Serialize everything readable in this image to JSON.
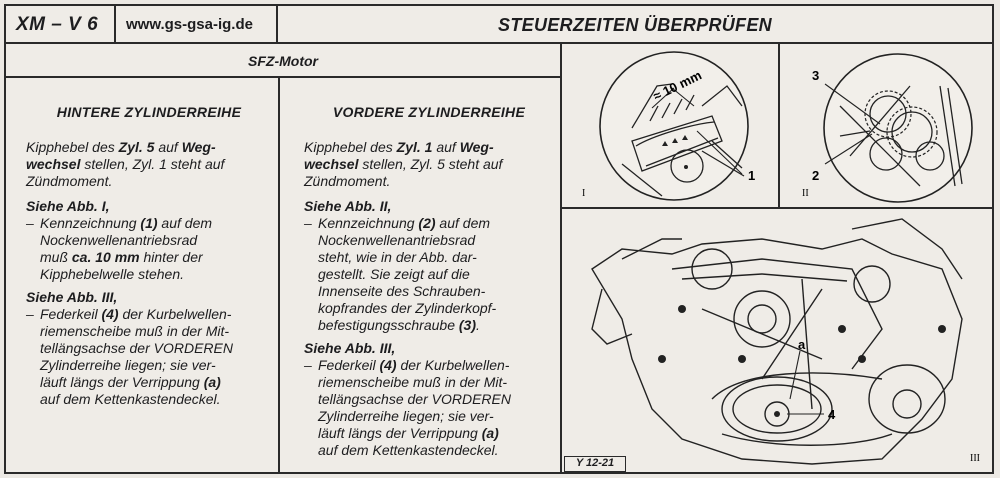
{
  "header": {
    "model": "XM – V 6",
    "website": "www.gs-gsa-ig.de",
    "title": "STEUERZEITEN ÜBERPRÜFEN"
  },
  "engine_label": "SFZ-Motor",
  "rear_bank": {
    "heading": "HINTERE ZYLINDERREIHE",
    "intro_a": "Kipphebel des ",
    "intro_b": "Zyl. 5",
    "intro_c": " auf ",
    "intro_d": "Weg-\nwechsel",
    "intro_e": " stellen, Zyl. 1 steht auf\nZündmoment.",
    "see1": "Siehe Abb. I,",
    "item1_a": "Kennzeichnung ",
    "item1_b": "(1)",
    "item1_c": " auf dem\nNockenwellenantriebsrad\nmuß ",
    "item1_d": "ca. 10 mm",
    "item1_e": " hinter der\nKipphebelwelle stehen.",
    "see2": "Siehe Abb. III,",
    "item2_a": "Federkeil ",
    "item2_b": "(4)",
    "item2_c": " der Kurbelwellen-\nriemenscheibe muß in der Mit-\ntellängsachse der VORDEREN\nZylinderreihe liegen; sie ver-\nläuft längs der Verrippung ",
    "item2_d": "(a)",
    "item2_e": "\nauf dem Kettenkastendeckel."
  },
  "front_bank": {
    "heading": "VORDERE ZYLINDERREIHE",
    "intro_a": "Kipphebel des ",
    "intro_b": "Zyl. 1",
    "intro_c": " auf ",
    "intro_d": "Weg-\nwechsel",
    "intro_e": " stellen, Zyl. 5 steht auf\nZündmoment.",
    "see1": "Siehe Abb. II,",
    "item1_a": "Kennzeichnung ",
    "item1_b": "(2)",
    "item1_c": " auf dem\nNockenwellenantriebsrad\nsteht, wie in der Abb. dar-\ngestellt. Sie zeigt auf die\nInnenseite des Schrauben-\nkopfrandes der Zylinderkopf-\nbefestigungsschraube ",
    "item1_d": "(3)",
    "item1_e": ".",
    "see2": "Siehe Abb. III,",
    "item2_a": "Federkeil ",
    "item2_b": "(4)",
    "item2_c": " der Kurbelwellen-\nriemenscheibe muß in der Mit-\ntellängsachse der VORDEREN\nZylinderreihe liegen; sie ver-\nläuft längs der Verrippung ",
    "item2_d": "(a)",
    "item2_e": "\nauf dem Kettenkastendeckel."
  },
  "dash": "–",
  "figures": {
    "fig1": {
      "roman": "I",
      "dimension": "≈ 10 mm",
      "callout": "1"
    },
    "fig2": {
      "roman": "II",
      "callout_top": "3",
      "callout_bottom": "2"
    },
    "fig3": {
      "roman": "III",
      "callout_a": "a",
      "callout_4": "4"
    },
    "reference": "Y 12-21"
  }
}
